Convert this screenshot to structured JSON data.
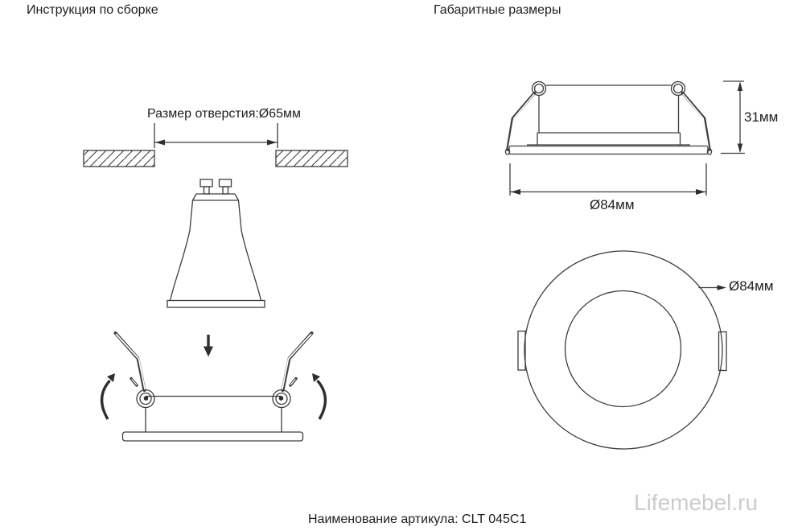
{
  "page": {
    "background_color": "#ffffff",
    "line_color": "#3d3d3d",
    "text_color": "#1e1e1e",
    "watermark_color": "#cccccc"
  },
  "titles": {
    "assembly": "Инструкция по сборке",
    "dimensions": "Габаритные размеры"
  },
  "assembly_diagram": {
    "hole_size_label": "Размер отверстия:Ø65мм"
  },
  "dimension_diagram": {
    "height_label": "31мм",
    "side_diameter_label": "Ø84мм",
    "front_diameter_label": "Ø84мм"
  },
  "footer": {
    "article_label": "Наименование артикула: CLT 045C1",
    "watermark": "Lifemebel.ru"
  }
}
